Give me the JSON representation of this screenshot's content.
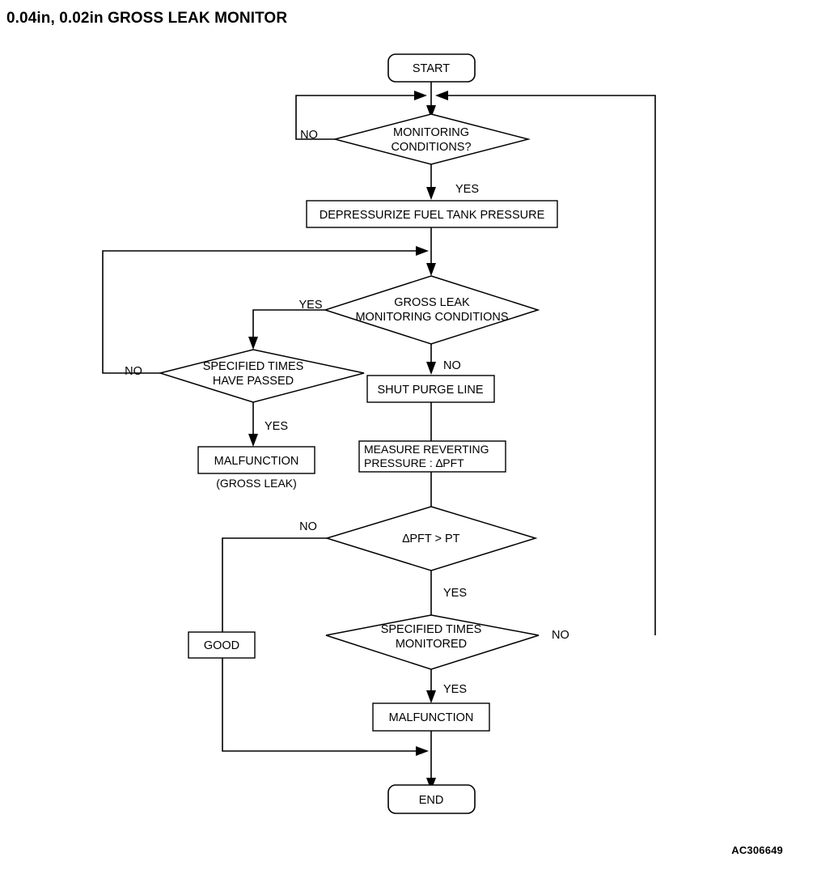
{
  "page": {
    "title": "0.04in, 0.02in GROSS LEAK MONITOR",
    "figure_code": "AC306649"
  },
  "diagram": {
    "type": "flowchart",
    "nodes": {
      "start": {
        "label": "START",
        "shape": "terminal"
      },
      "monitoring_conditions": {
        "label_line1": "MONITORING",
        "label_line2": "CONDITIONS?",
        "shape": "decision"
      },
      "depressurize": {
        "label": "DEPRESSURIZE FUEL TANK PRESSURE",
        "shape": "process"
      },
      "gross_leak_conditions": {
        "label_line1": "GROSS LEAK",
        "label_line2": "MONITORING CONDITIONS",
        "shape": "decision"
      },
      "specified_times_passed": {
        "label_line1": "SPECIFIED TIMES",
        "label_line2": "HAVE PASSED",
        "shape": "decision"
      },
      "malfunction_gross_leak": {
        "label": "MALFUNCTION",
        "caption": "(GROSS LEAK)",
        "shape": "process"
      },
      "shut_purge_line": {
        "label": "SHUT PURGE LINE",
        "shape": "process"
      },
      "measure_reverting": {
        "label_line1": "MEASURE REVERTING",
        "label_line2": "PRESSURE : ∆PFT",
        "shape": "process"
      },
      "pft_compare": {
        "label": "∆PFT > PT",
        "shape": "decision"
      },
      "good": {
        "label": "GOOD",
        "shape": "process"
      },
      "specified_times_monitored": {
        "label_line1": "SPECIFIED TIMES",
        "label_line2": "MONITORED",
        "shape": "decision"
      },
      "malfunction": {
        "label": "MALFUNCTION",
        "shape": "process"
      },
      "end": {
        "label": "END",
        "shape": "terminal"
      }
    },
    "edge_labels": {
      "monitoring_no": "NO",
      "monitoring_yes": "YES",
      "gross_leak_yes": "YES",
      "gross_leak_no": "NO",
      "specified_passed_no": "NO",
      "specified_passed_yes": "YES",
      "pft_no": "NO",
      "pft_yes": "YES",
      "monitored_no": "NO",
      "monitored_yes": "YES"
    },
    "colors": {
      "stroke": "#000000",
      "fill": "#ffffff",
      "text": "#000000"
    }
  }
}
